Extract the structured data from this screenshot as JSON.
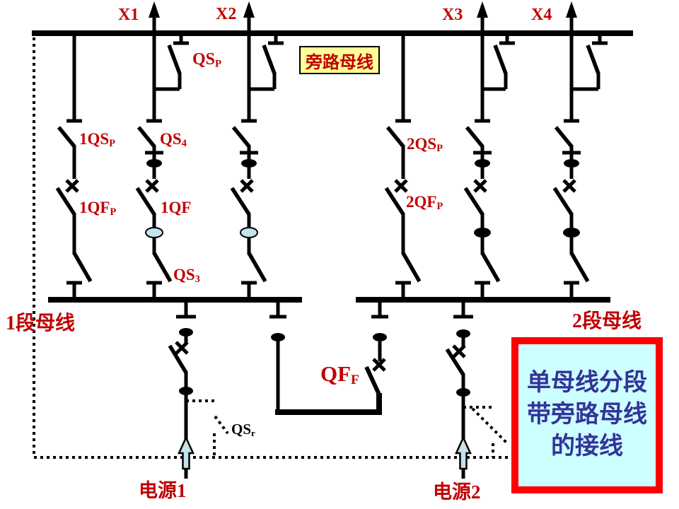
{
  "title_box": {
    "lines": [
      "单母线分段",
      "带旁路母线",
      "的接线"
    ]
  },
  "bus_labels": {
    "bypass": "旁路母线",
    "section1": "1段母线",
    "section2": "2段母线"
  },
  "feeder_labels": {
    "x1": "X1",
    "x2": "X2",
    "x3": "X3",
    "x4": "X4"
  },
  "source_labels": {
    "source1": "电源1",
    "source2": "电源2"
  },
  "switch_labels": {
    "qsp": {
      "main": "QS",
      "sub": "P"
    },
    "qs1p": {
      "main": "1QS",
      "sub": "P"
    },
    "qs4": {
      "main": "QS",
      "sub": "4"
    },
    "qf1p": {
      "main": "1QF",
      "sub": "P"
    },
    "qf1": {
      "main": "1QF",
      "sub": ""
    },
    "qs3": {
      "main": "QS",
      "sub": "3"
    },
    "qs2p": {
      "main": "2QS",
      "sub": "P"
    },
    "qf2p": {
      "main": "2QF",
      "sub": "P"
    },
    "qff": {
      "main": "QF",
      "sub": "F"
    },
    "qsr": {
      "main": "QS",
      "sub": "r"
    }
  },
  "icons": {
    "feeder_arrow_icon": "filled-up-arrow",
    "source_arrow_icon": "hollow-up-arrow"
  },
  "colors": {
    "label_red": "#C00000",
    "line_black": "#000000",
    "box_border_red": "#FF0000",
    "box_fill_cyan": "#CCFFFF",
    "box_text_blue": "#333399",
    "bypass_label_bg": "#FFFF99",
    "ct_fill_cyan": "#C5E2EA"
  }
}
